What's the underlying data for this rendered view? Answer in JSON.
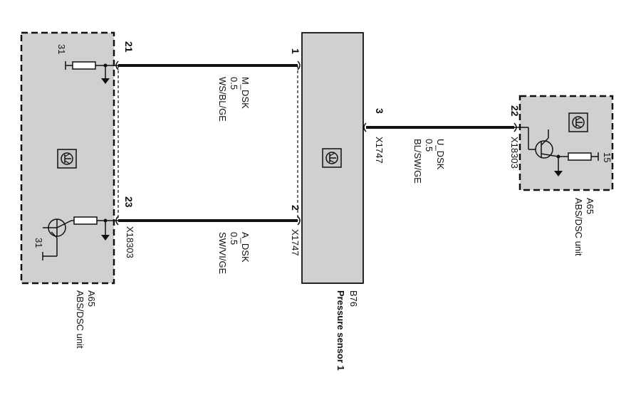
{
  "components": {
    "left_unit": {
      "ref": "A65",
      "name": "ABS/DSC unit",
      "connector": "X18303",
      "pin_top": "21",
      "pin_bottom": "23",
      "ground_top": "31",
      "ground_bottom": "31"
    },
    "sensor": {
      "ref": "B76",
      "name": "Pressure sensor 1",
      "connector_top": "X1747",
      "connector_bottom": "X1747",
      "pin_1": "1",
      "pin_2": "2",
      "pin_3": "3"
    },
    "right_unit": {
      "ref": "A65",
      "name": "ABS/DSC unit",
      "connector": "X18303",
      "pin": "22",
      "supply": "15"
    }
  },
  "wires": {
    "top": {
      "signal": "M_DSK",
      "gauge": "0.5",
      "color": "WS/BL/GE"
    },
    "bottom": {
      "signal": "A_DSK",
      "gauge": "0.5",
      "color": "SW/VI/GE"
    },
    "right": {
      "signal": "U_DSK",
      "gauge": "0.5",
      "color": "BL/SW/GE"
    }
  },
  "colors": {
    "box_fill": "#d0d0d0",
    "line": "#111111"
  }
}
